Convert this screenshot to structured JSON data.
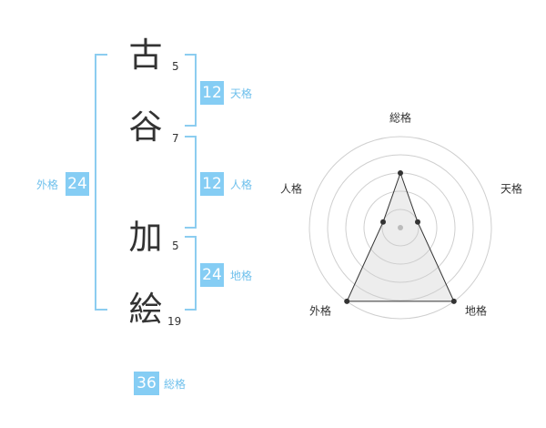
{
  "name": {
    "characters": [
      {
        "char": "古",
        "strokes": "5"
      },
      {
        "char": "谷",
        "strokes": "7"
      },
      {
        "char": "加",
        "strokes": "5"
      },
      {
        "char": "絵",
        "strokes": "19"
      }
    ]
  },
  "kaku": {
    "tenkaku": {
      "label": "天格",
      "value": "12"
    },
    "jinkaku": {
      "label": "人格",
      "value": "12"
    },
    "chikaku": {
      "label": "地格",
      "value": "24"
    },
    "gaikaku": {
      "label": "外格",
      "value": "24"
    },
    "soukaku": {
      "label": "総格",
      "value": "36"
    }
  },
  "radar": {
    "axes": [
      "総格",
      "天格",
      "地格",
      "外格",
      "人格"
    ],
    "levels": [
      3,
      1,
      5,
      5,
      1
    ],
    "scale_max": 5
  },
  "colors": {
    "accent": "#85cdf4",
    "bracket": "#8ccdf0",
    "label": "#6fc0ec",
    "ring": "#cfcfcf",
    "polygon_stroke": "#333333",
    "polygon_fill": "#cccccc",
    "point": "#333333",
    "center_dot": "#bbbbbb"
  }
}
